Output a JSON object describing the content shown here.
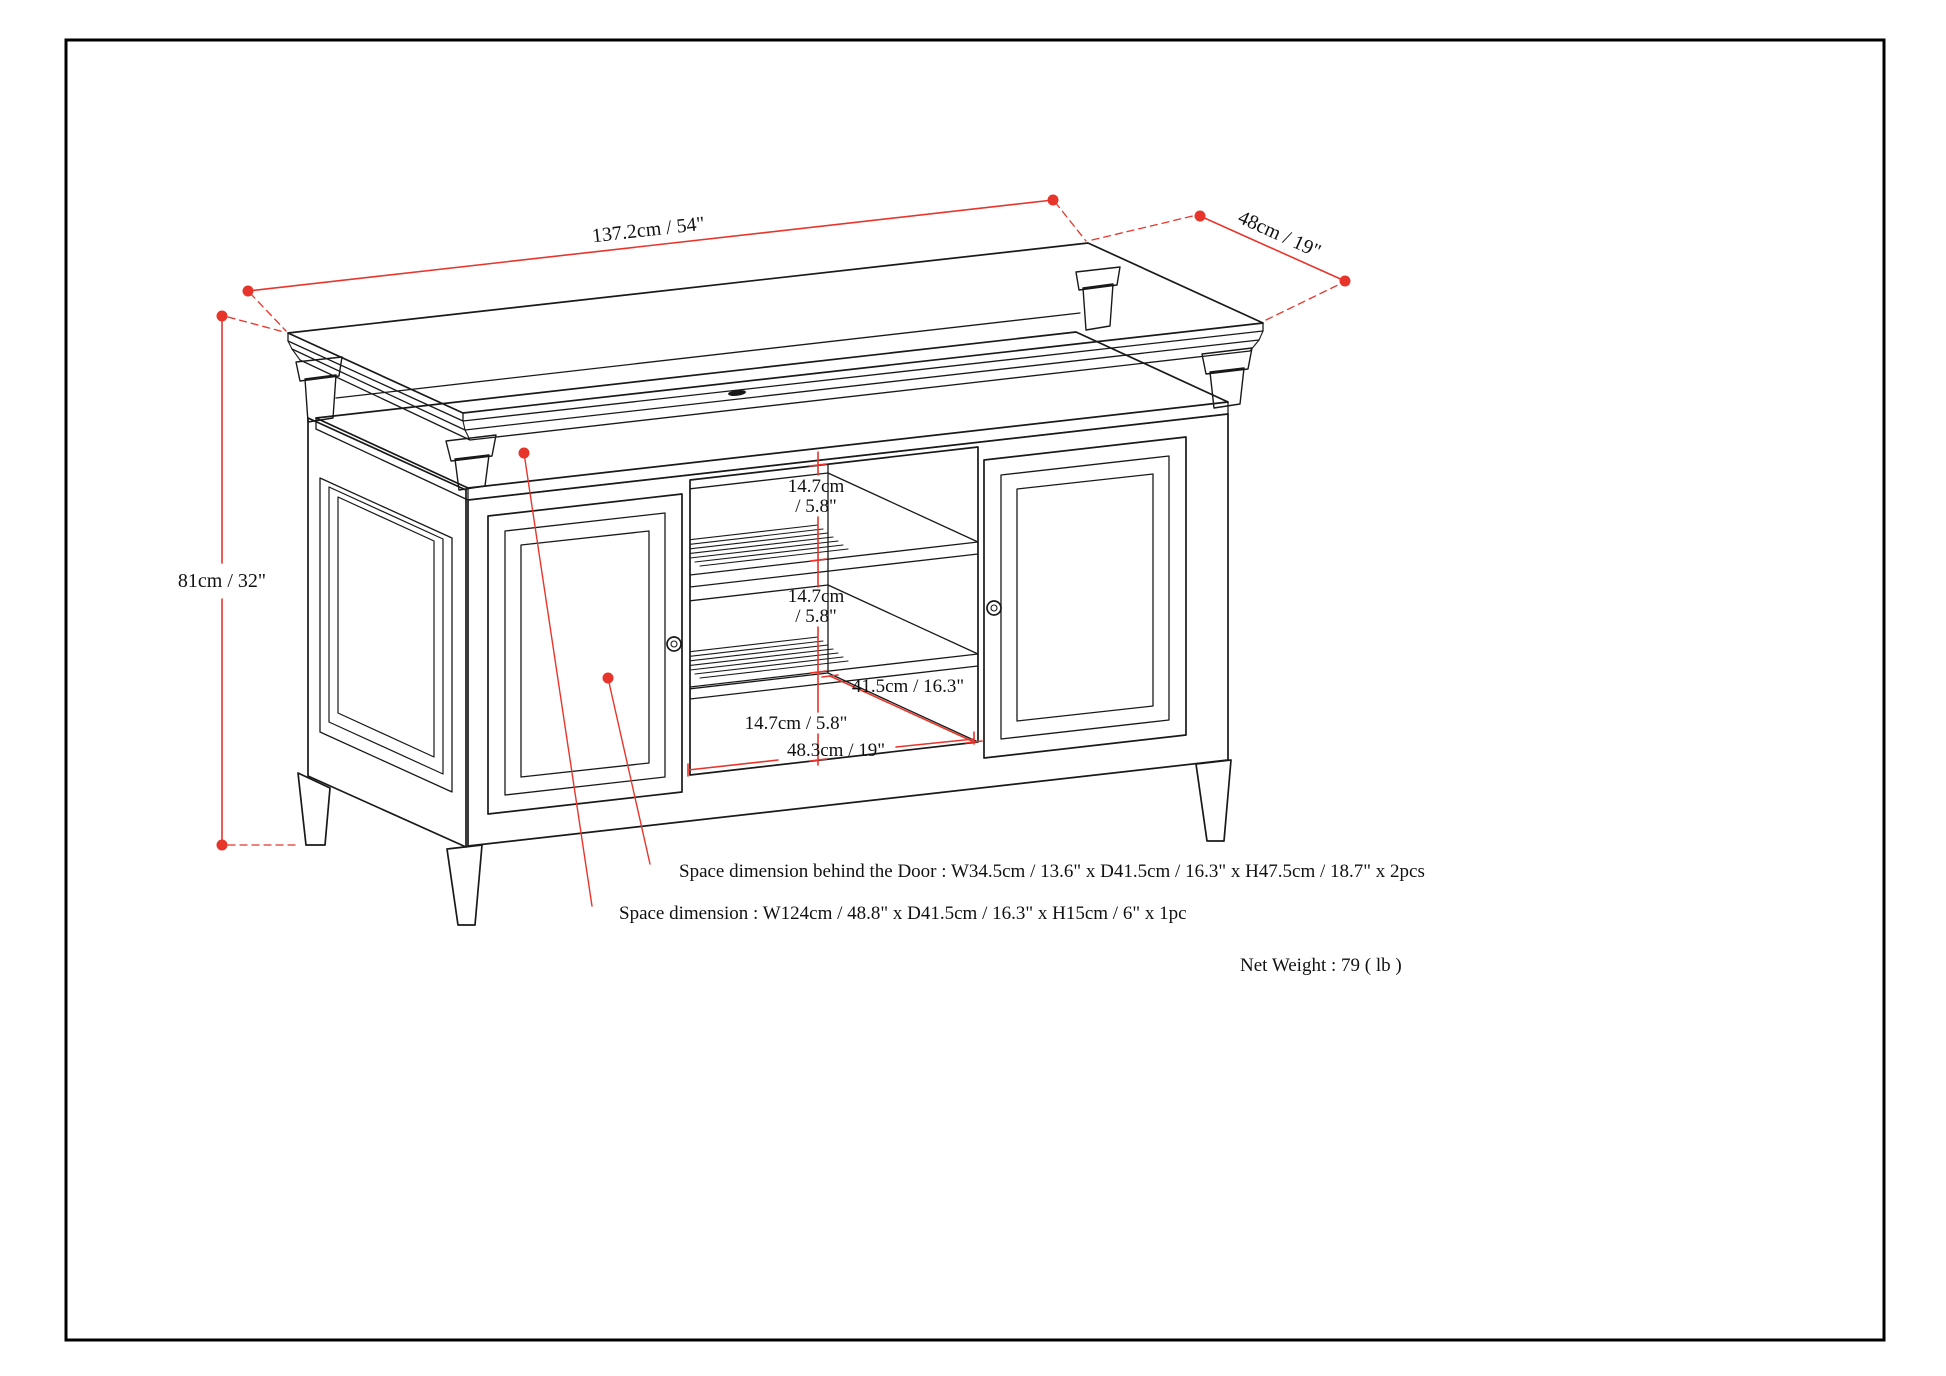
{
  "colors": {
    "dimension_red": "#e8352b",
    "line_black": "#191919",
    "border_black": "#000000"
  },
  "dimensions": {
    "width_top": "137.2cm / 54\"",
    "depth_top": "48cm / 19\"",
    "height_left": "81cm / 32\"",
    "gap1_line1": "14.7cm",
    "gap1_line2": "/ 5.8\"",
    "gap2_line1": "14.7cm",
    "gap2_line2": "/ 5.8\"",
    "gap3": "14.7cm / 5.8\"",
    "interior_depth": "41.5cm / 16.3\"",
    "interior_width": "48.3cm / 19\""
  },
  "notes": {
    "behind_door": "Space dimension behind the Door  : W34.5cm / 13.6\" x D41.5cm / 16.3\" x H47.5cm / 18.7\" x 2pcs",
    "open_space": "Space dimension : W124cm / 48.8\" x D41.5cm / 16.3\" x H15cm / 6\" x 1pc",
    "net_weight": "Net Weight : 79 ( lb )"
  }
}
